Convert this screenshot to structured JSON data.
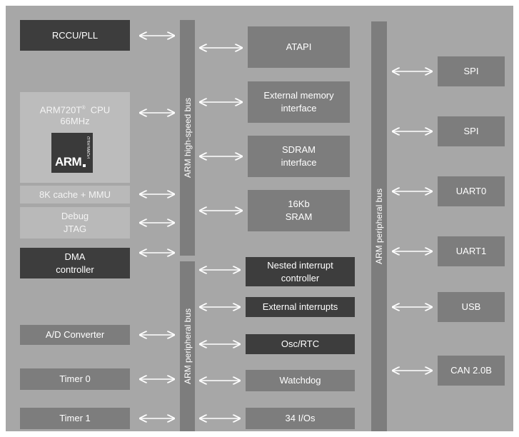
{
  "buses": {
    "high_speed": "ARM high-speed  bus",
    "peripheral_left": "ARM peripheral bus",
    "peripheral_right": "ARM peripheral bus"
  },
  "left_blocks": {
    "rccu": "RCCU/PLL",
    "cpu_name": "ARM720T",
    "cpu_reg": "®",
    "cpu_label": "CPU",
    "cpu_freq": "66MHz",
    "logo_text": "ARM",
    "logo_powered": "POWERED",
    "cache": "8K cache + MMU",
    "debug": "Debug\nJTAG",
    "dma": "DMA\ncontroller",
    "adc": "A/D Converter",
    "timer0": "Timer 0",
    "timer1": "Timer 1"
  },
  "middle_blocks": {
    "atapi": "ATAPI",
    "ext_mem": "External memory\ninterface",
    "sdram": "SDRAM\ninterface",
    "sram": "16Kb\nSRAM",
    "nested_int": "Nested interrupt\ncontroller",
    "ext_int": "External interrupts",
    "osc": "Osc/RTC",
    "watchdog": "Watchdog",
    "io": "34 I/Os"
  },
  "right_blocks": {
    "spi1": "SPI",
    "spi2": "SPI",
    "uart0": "UART0",
    "uart1": "UART1",
    "usb": "USB",
    "can": "CAN 2.0B"
  },
  "colors": {
    "background": "#a7a7a7",
    "dark_block": "#3d3d3d",
    "mid_block": "#7d7d7d",
    "light_block": "#b9b9b9",
    "arrow": "#ffffff"
  }
}
